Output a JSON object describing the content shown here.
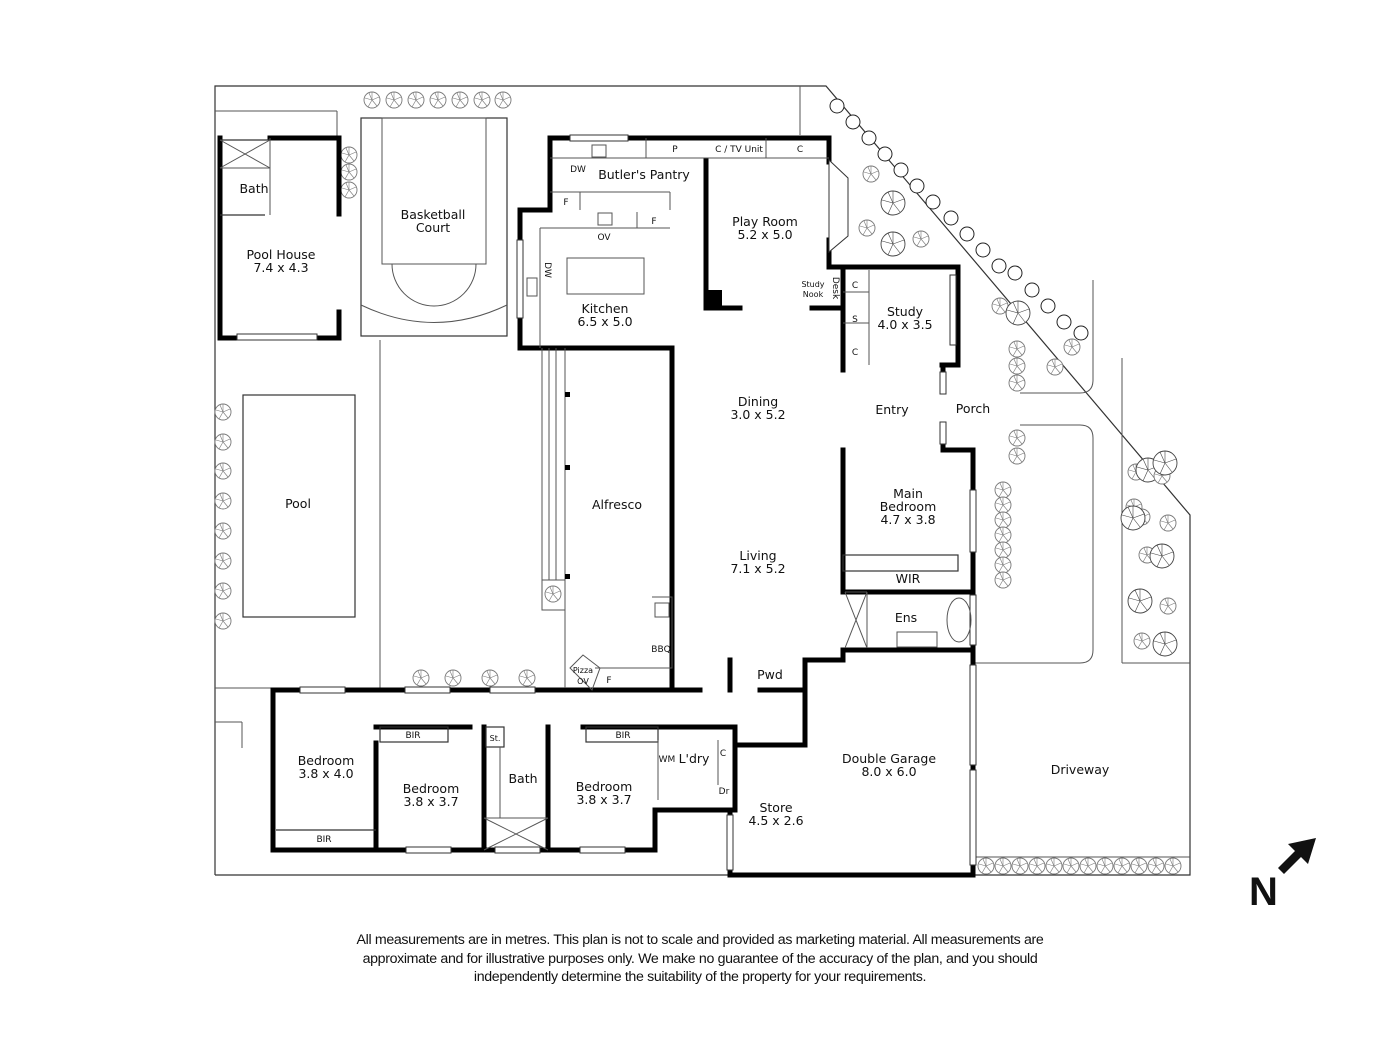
{
  "plan": {
    "rooms": {
      "pool_house": {
        "name": "Pool House",
        "dims": "7.4 x 4.3"
      },
      "pool_house_bath": {
        "name": "Bath"
      },
      "basketball_court": {
        "line1": "Basketball",
        "line2": "Court"
      },
      "pool": {
        "name": "Pool"
      },
      "butlers_pantry": {
        "name": "Butler's Pantry"
      },
      "kitchen": {
        "name": "Kitchen",
        "dims": "6.5 x 5.0"
      },
      "play_room": {
        "name": "Play Room",
        "dims": "5.2 x 5.0"
      },
      "study_nook": {
        "line1": "Study",
        "line2": "Nook"
      },
      "study": {
        "name": "Study",
        "dims": "4.0 x 3.5"
      },
      "entry": {
        "name": "Entry"
      },
      "porch": {
        "name": "Porch"
      },
      "dining": {
        "name": "Dining",
        "dims": "3.0 x 5.2"
      },
      "living": {
        "name": "Living",
        "dims": "7.1 x 5.2"
      },
      "alfresco": {
        "name": "Alfresco"
      },
      "main_bedroom": {
        "line1": "Main",
        "line2": "Bedroom",
        "dims": "4.7 x 3.8"
      },
      "wir": {
        "name": "WIR"
      },
      "ensuite": {
        "name": "Ens"
      },
      "powder": {
        "name": "Pwd"
      },
      "bedroom_1": {
        "name": "Bedroom",
        "dims": "3.8 x 4.0"
      },
      "bedroom_2": {
        "name": "Bedroom",
        "dims": "3.8 x 3.7"
      },
      "bedroom_3": {
        "name": "Bedroom",
        "dims": "3.8 x 3.7"
      },
      "bath": {
        "name": "Bath"
      },
      "laundry": {
        "name": "L'dry"
      },
      "store": {
        "name": "Store",
        "dims": "4.5 x 2.6"
      },
      "double_garage": {
        "name": "Double Garage",
        "dims": "8.0 x 6.0"
      },
      "driveway": {
        "name": "Driveway"
      }
    },
    "fixtures": {
      "dw_pantry": "DW",
      "p": "P",
      "tv_unit": "C / TV Unit",
      "c_top": "C",
      "f_pantry": "F",
      "f_kitchen": "F",
      "ov": "OV",
      "dw_kitchen": "DW",
      "desk": "Desk",
      "study_c1": "C",
      "study_s": "S",
      "study_c2": "C",
      "bbq": "BBQ",
      "pizza_line1": "Pizza",
      "pizza_line2": "OV",
      "f_alfresco": "F",
      "bir_bed1": "BIR",
      "bir_bed2": "BIR",
      "bir_bed3": "BIR",
      "st": "St.",
      "wm": "WM",
      "c_laundry": "C",
      "dr": "Dr"
    }
  },
  "compass": {
    "letter": "N",
    "icon": "north-arrow-icon"
  },
  "disclaimer": {
    "line1": "All measurements are in metres. This plan is not to scale and provided as marketing material. All measurements are",
    "line2": "approximate and for illustrative purposes only. We make no guarantee of the accuracy of the plan, and you should",
    "line3": "independently determine the suitability of the property for your requirements."
  }
}
